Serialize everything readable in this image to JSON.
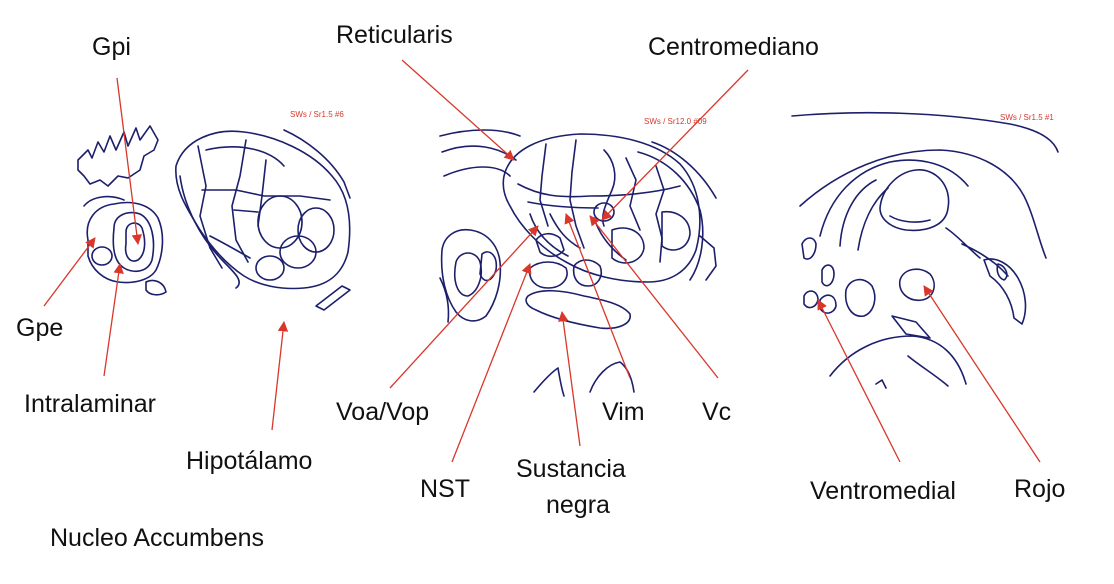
{
  "labels": {
    "gpi": "Gpi",
    "reticularis": "Reticularis",
    "centromediano": "Centromediano",
    "gpe": "Gpe",
    "intralaminar": "Intralaminar",
    "hipotalamo": "Hipotálamo",
    "nucleo_accumbens": "Nucleo Accumbens",
    "voa_vop": "Voa/Vop",
    "vim": "Vim",
    "vc": "Vc",
    "nst": "NST",
    "sustancia_line1": "Sustancia",
    "sustancia_line2": "negra",
    "ventromedial": "Ventromedial",
    "rojo": "Rojo"
  },
  "panels": {
    "left_stamp": "SWs / Sr1.5 #6",
    "middle_stamp": "SWs / Sr12.0 #09",
    "right_stamp": "SWs / Sr1.5 #1"
  },
  "colors": {
    "outline": "#1c1f6b",
    "arrow": "#d9372b",
    "text": "#111111"
  }
}
